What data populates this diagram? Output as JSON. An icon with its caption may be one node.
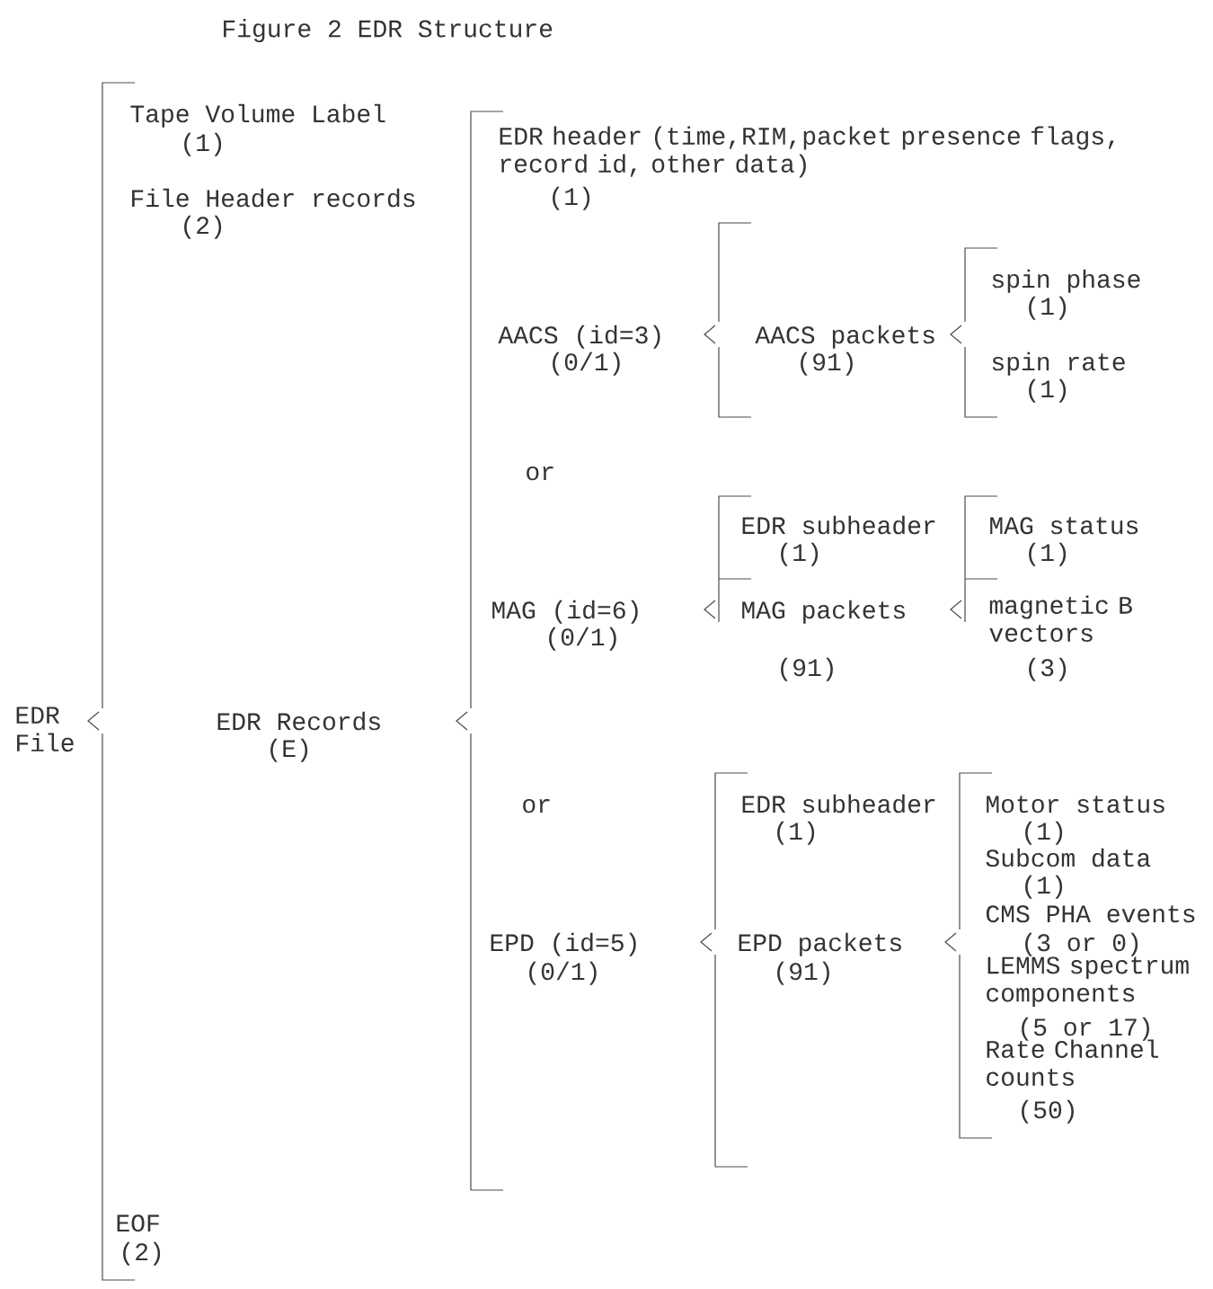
{
  "diagram": {
    "title": "Figure 2 EDR Structure",
    "labels": [
      "Tape Volume Label",
      "(1)",
      "EDR header (time,RIM,packet presence flags, record id, other data)",
      "File Header records",
      "(1)",
      "(2)",
      "spin phase",
      "(1)",
      "AACS (id=3)",
      "AACS packets",
      "(0/1)",
      "(91)",
      "spin rate",
      "(1)",
      "or",
      "EDR subheader",
      "MAG status",
      "(1)",
      "(1)",
      "MAG (id=6)",
      "MAG packets",
      "magnetic B vectors",
      "(0/1)",
      "(91)",
      "(3)",
      "EDR File",
      "EDR Records",
      "(E)",
      "or",
      "EDR subheader",
      "Motor status",
      "(1)",
      "(1)",
      "Subcom data",
      "(1)",
      "CMS PHA events",
      "EPD (id=5)",
      "EPD packets",
      "(3 or 0)",
      "(0/1)",
      "(91)",
      "LEMMS spectrum components",
      "(5 or 17)",
      "Rate Channel counts",
      "(50)",
      "EOF",
      "(2)"
    ]
  }
}
